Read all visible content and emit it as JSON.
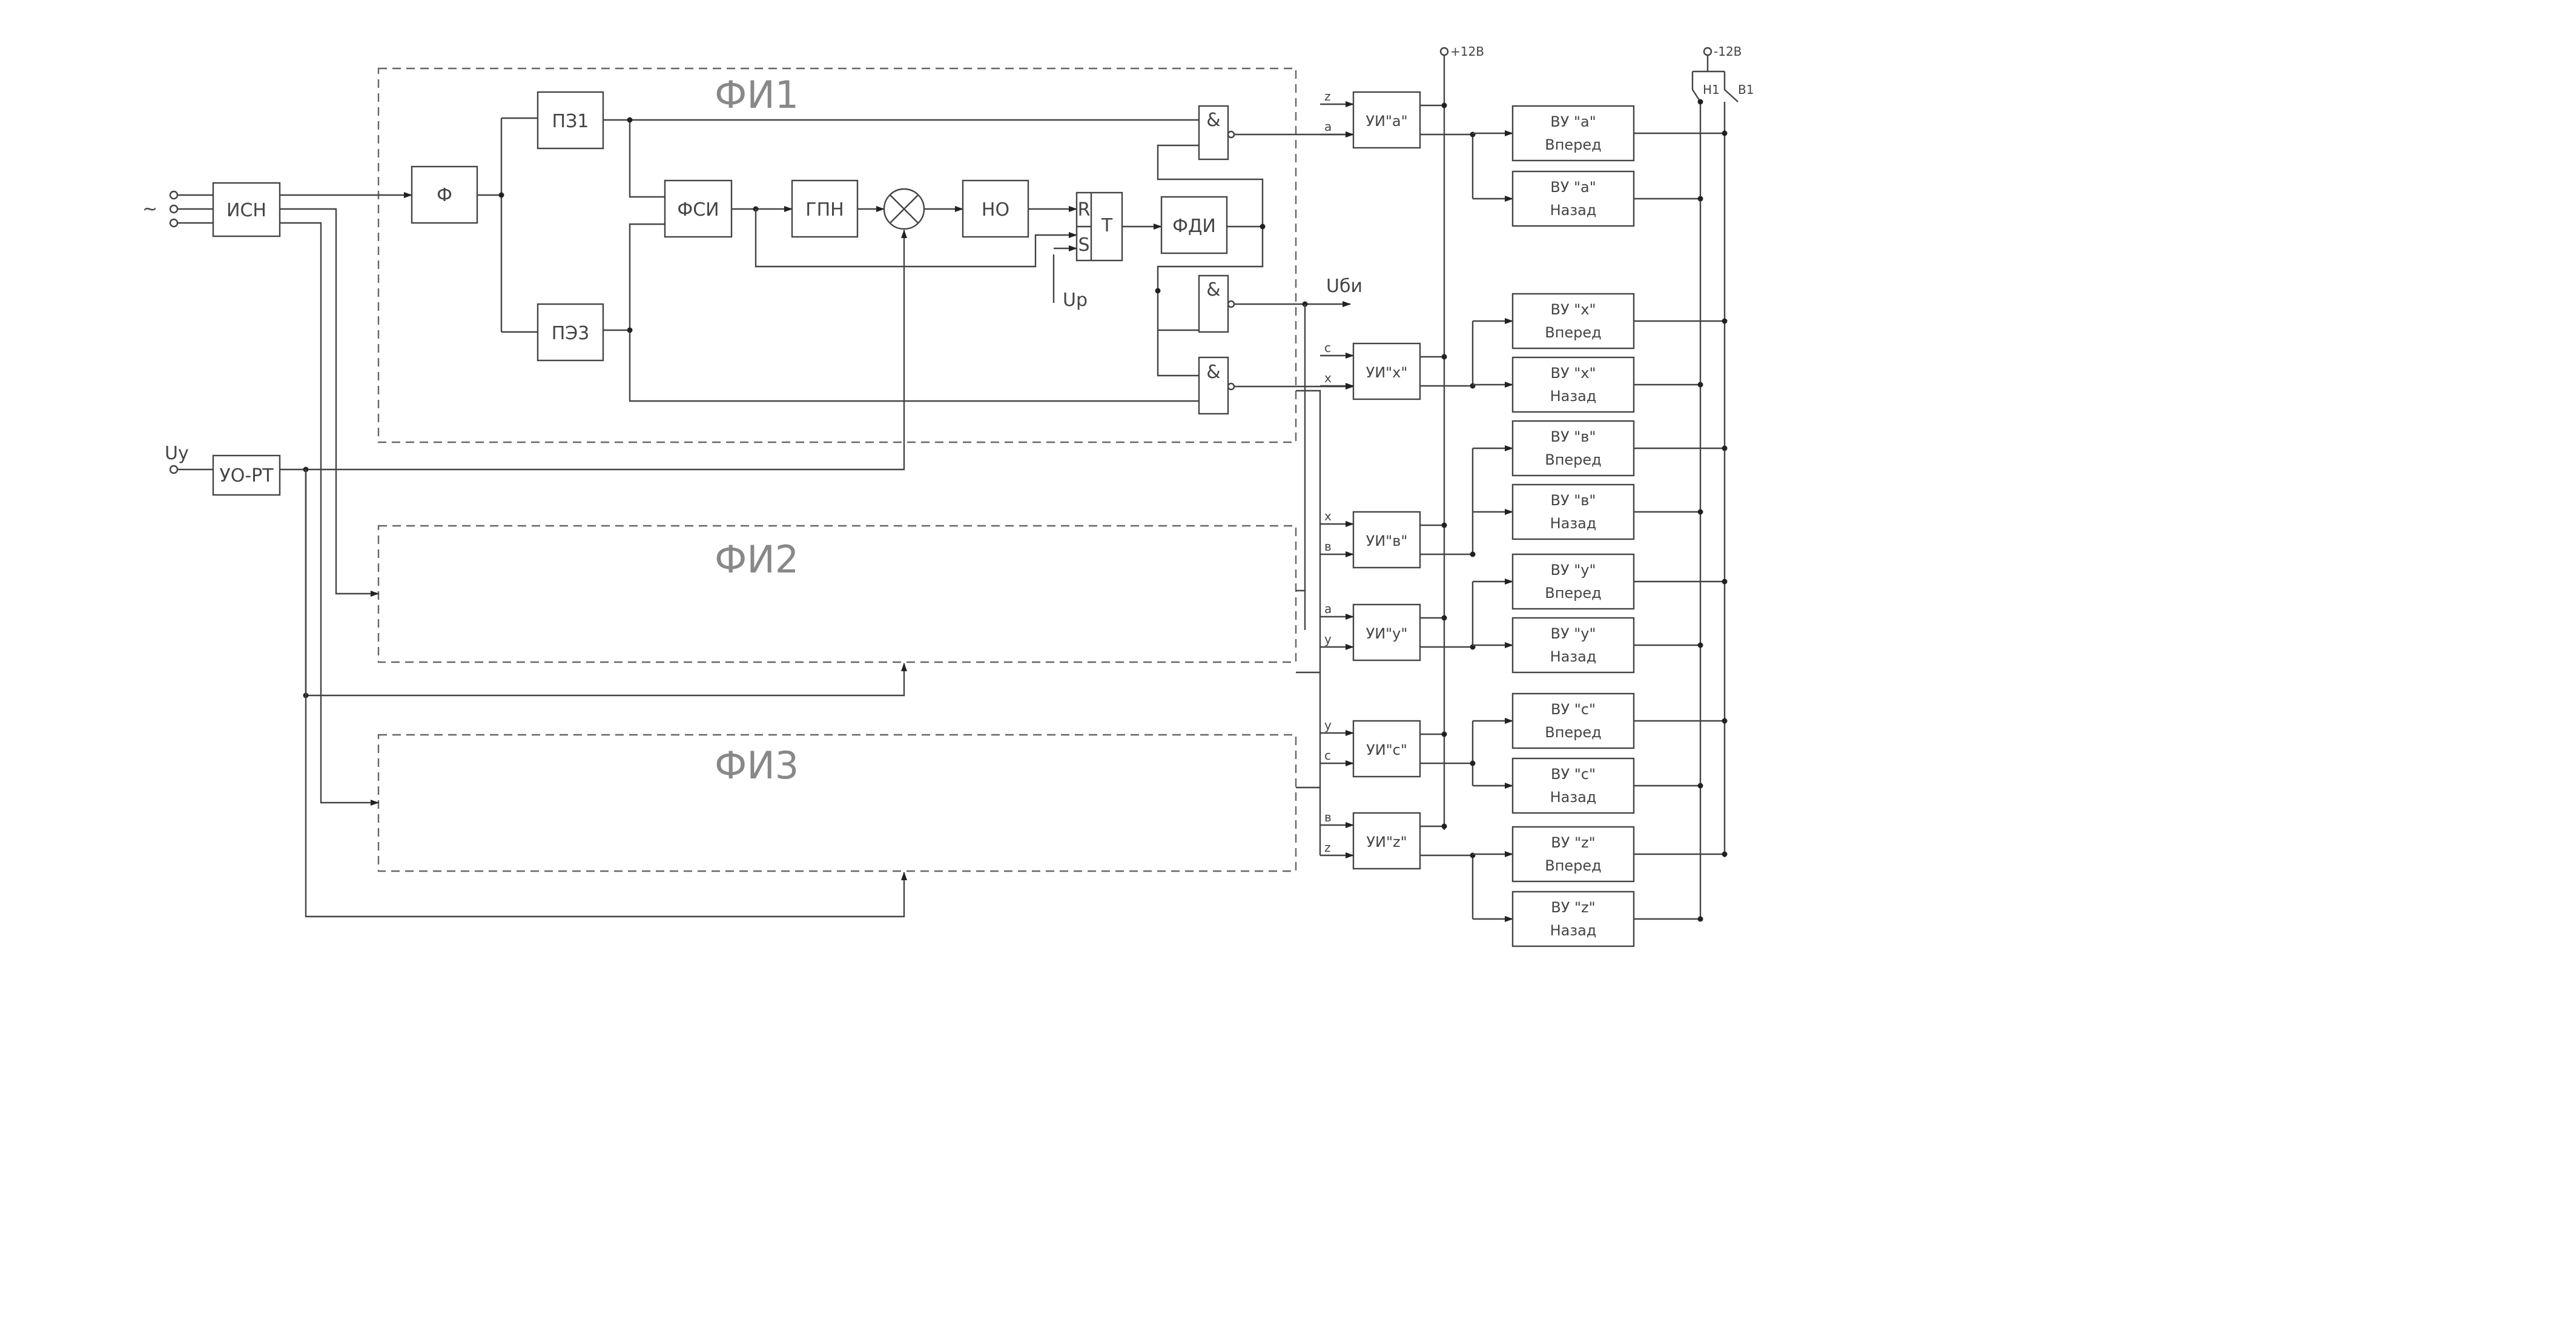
{
  "supply": {
    "ac_symbol": "~",
    "plus": "+12В",
    "minus": "-12В",
    "h1": "Н1",
    "v1": "В1"
  },
  "input": {
    "uy": "Uу"
  },
  "blocks": {
    "isn": "ИСН",
    "f": "Ф",
    "pz1": "ПЗ1",
    "pz3": "ПЭ3",
    "fsi": "ФСИ",
    "gpn": "ГПН",
    "no": "НО",
    "fdi": "ФДИ",
    "yo_rt": "УО-РТ",
    "trigger": {
      "r": "R",
      "s": "S",
      "t": "T"
    },
    "and_symbol": "&"
  },
  "labels": {
    "ur": "Uр",
    "ubi": "Uби"
  },
  "groups": {
    "fi1": "ФИ1",
    "fi2": "ФИ2",
    "fi3": "ФИ3"
  },
  "ui_blocks": [
    {
      "id": "a",
      "label": "УИ\"а\"",
      "in1": "z",
      "in2": "а"
    },
    {
      "id": "x",
      "label": "УИ\"х\"",
      "in1": "с",
      "in2": "х"
    },
    {
      "id": "v",
      "label": "УИ\"в\"",
      "in1": "х",
      "in2": "в"
    },
    {
      "id": "y",
      "label": "УИ\"у\"",
      "in1": "а",
      "in2": "у"
    },
    {
      "id": "c",
      "label": "УИ\"с\"",
      "in1": "у",
      "in2": "с"
    },
    {
      "id": "z",
      "label": "УИ\"z\"",
      "in1": "в",
      "in2": "z"
    }
  ],
  "vu_blocks": [
    {
      "title": "ВУ \"а\"",
      "dir": "Вперед"
    },
    {
      "title": "ВУ \"а\"",
      "dir": "Назад"
    },
    {
      "title": "ВУ \"х\"",
      "dir": "Вперед"
    },
    {
      "title": "ВУ \"х\"",
      "dir": "Назад"
    },
    {
      "title": "ВУ \"в\"",
      "dir": "Вперед"
    },
    {
      "title": "ВУ \"в\"",
      "dir": "Назад"
    },
    {
      "title": "ВУ \"у\"",
      "dir": "Вперед"
    },
    {
      "title": "ВУ \"у\"",
      "dir": "Назад"
    },
    {
      "title": "ВУ \"с\"",
      "dir": "Вперед"
    },
    {
      "title": "ВУ \"с\"",
      "dir": "Назад"
    },
    {
      "title": "ВУ \"z\"",
      "dir": "Вперед"
    },
    {
      "title": "ВУ \"z\"",
      "dir": "Назад"
    }
  ]
}
